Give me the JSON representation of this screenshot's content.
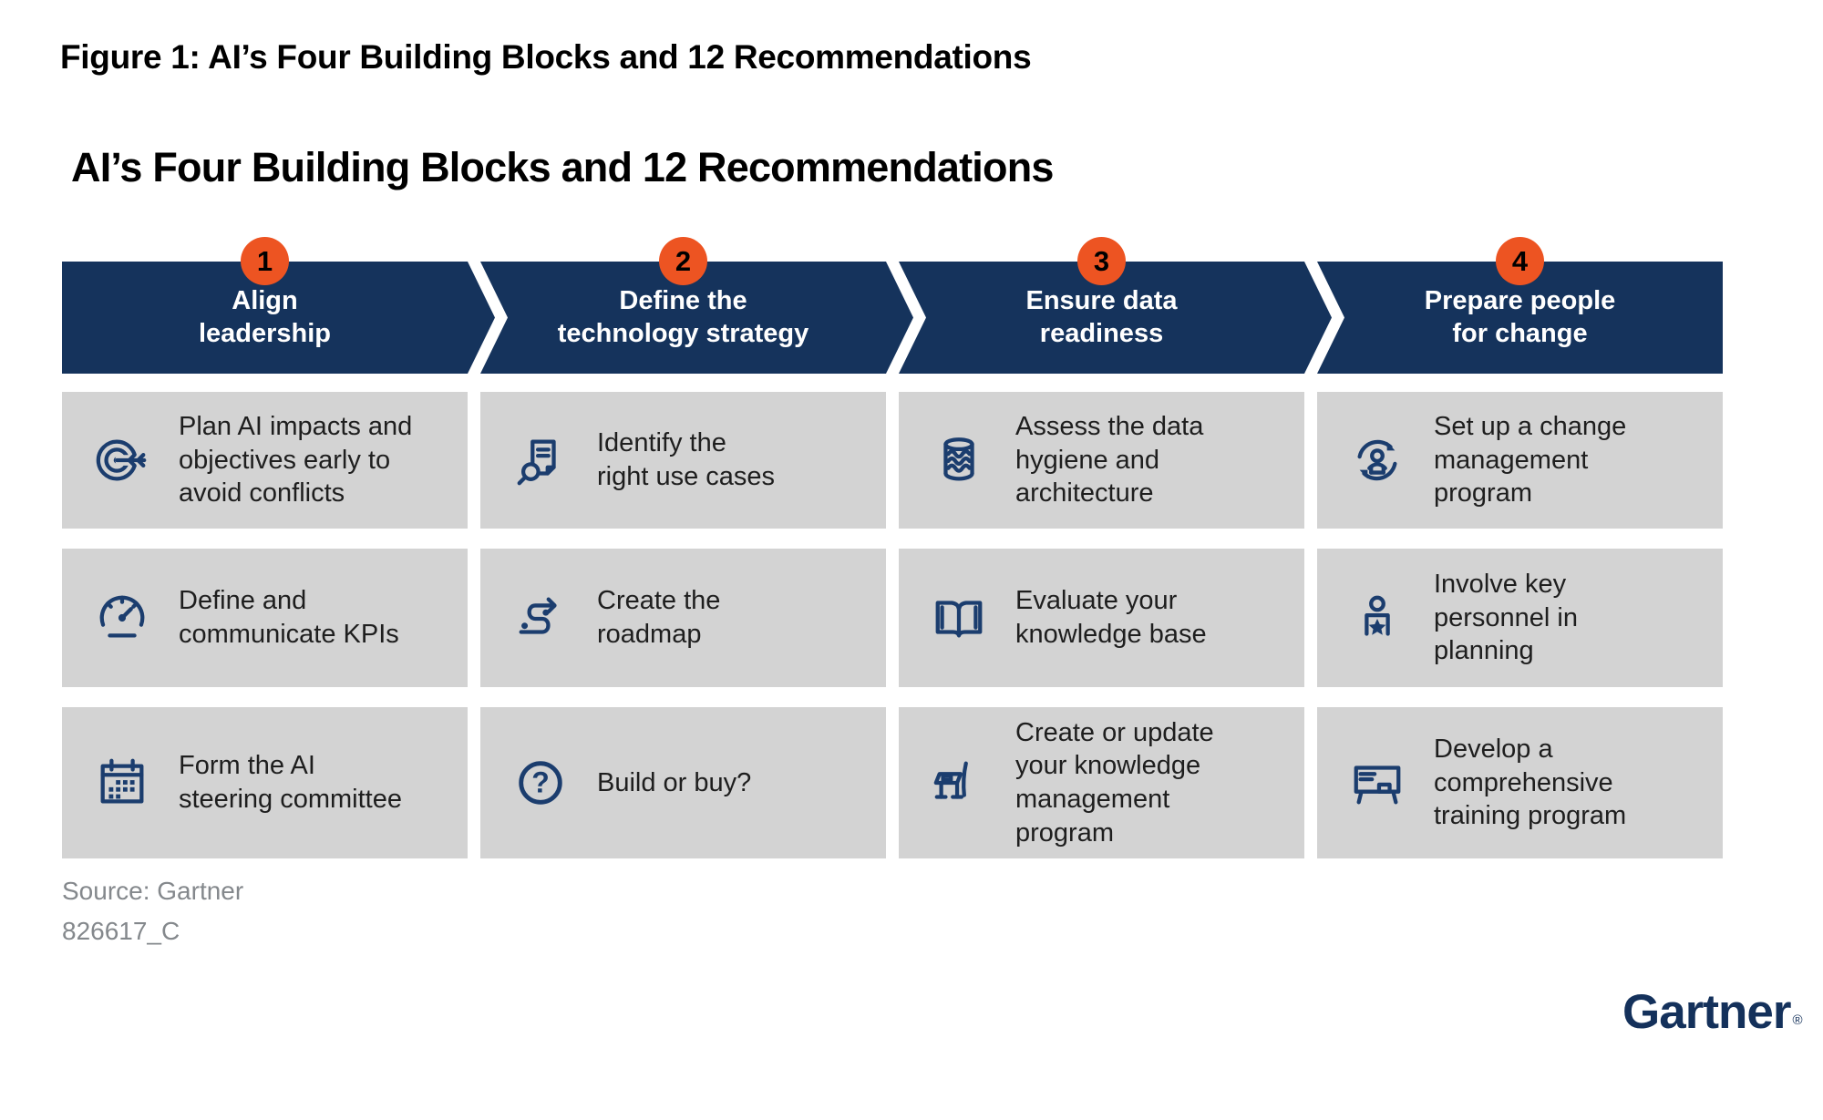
{
  "figure_title": "Figure 1: AI’s Four Building Blocks and 12 Recommendations",
  "chart_title": "AI’s Four Building Blocks and 12 Recommendations",
  "source": "Source: Gartner",
  "document_id": "826617_C",
  "brand": "Gartner",
  "brand_registered": "®",
  "colors": {
    "header_navy": "#15335C",
    "icon_navy": "#1B3D6E",
    "accent_orange": "#ED5422",
    "cell_gray": "#D3D3D3",
    "source_gray": "#84888C",
    "logo_navy": "#14315B"
  },
  "columns": [
    {
      "number": "1",
      "title": "Align\nleadership",
      "items": [
        {
          "icon": "target-arrow-icon",
          "text": "Plan AI impacts and\nobjectives early to\navoid conflicts"
        },
        {
          "icon": "gauge-icon",
          "text": "Define and\ncommunicate KPIs"
        },
        {
          "icon": "calendar-icon",
          "text": "Form the AI\nsteering committee"
        }
      ]
    },
    {
      "number": "2",
      "title": "Define the\ntechnology strategy",
      "items": [
        {
          "icon": "document-search-icon",
          "text": "Identify the\nright use cases"
        },
        {
          "icon": "roadmap-icon",
          "text": "Create the\nroadmap"
        },
        {
          "icon": "question-circle-icon",
          "text": "Build or buy?"
        }
      ]
    },
    {
      "number": "3",
      "title": "Ensure data\nreadiness",
      "items": [
        {
          "icon": "database-icon",
          "text": "Assess the data\nhygiene and\narchitecture"
        },
        {
          "icon": "open-book-icon",
          "text": "Evaluate your\nknowledge base"
        },
        {
          "icon": "lectern-icon",
          "text": "Create or update\nyour knowledge\nmanagement\nprogram"
        }
      ]
    },
    {
      "number": "4",
      "title": "Prepare people\nfor change",
      "items": [
        {
          "icon": "person-change-icon",
          "text": "Set up a change\nmanagement\nprogram"
        },
        {
          "icon": "person-star-icon",
          "text": "Involve key\npersonnel in\nplanning"
        },
        {
          "icon": "training-board-icon",
          "text": "Develop a\ncomprehensive\ntraining program"
        }
      ]
    }
  ]
}
